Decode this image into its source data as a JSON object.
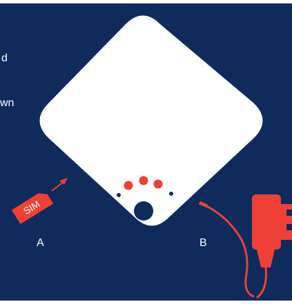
{
  "colors": {
    "background": "#0e2b5c",
    "device": "#ffffff",
    "accent": "#ee4036",
    "led_dark": "#0e2b5c",
    "text": "#ffffff"
  },
  "device": {
    "led_count": 3,
    "indicator_dot_count": 2,
    "button_icon": "power-button-icon"
  },
  "text_fragments": {
    "top": "d",
    "middle": "wn"
  },
  "sim_card": {
    "label": "SIM",
    "icon": "sim-card-icon",
    "arrow_icon": "arrow-icon"
  },
  "labels": {
    "a": "A",
    "b": "B"
  },
  "power_adapter": {
    "icon": "power-adapter-icon"
  }
}
